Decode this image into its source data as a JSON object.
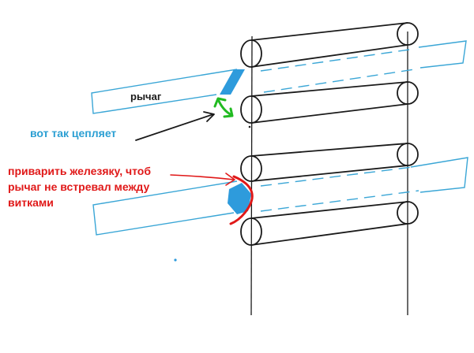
{
  "labels": {
    "lever": "рычаг",
    "hook": "вот так цепляет",
    "weld": [
      "приварить железяку, чтоб",
      "рычаг не встревал между",
      "витками"
    ]
  },
  "colors": {
    "outline": "#1a1a1a",
    "lever": "#3aa6d6",
    "lever_fill": "#2e9bdc",
    "hook_text": "#2b9fd3",
    "hook_arrow": "#1a1a1a",
    "engage_arrow": "#22bb22",
    "weld": "#e01818",
    "weld_text": "#e01818"
  }
}
